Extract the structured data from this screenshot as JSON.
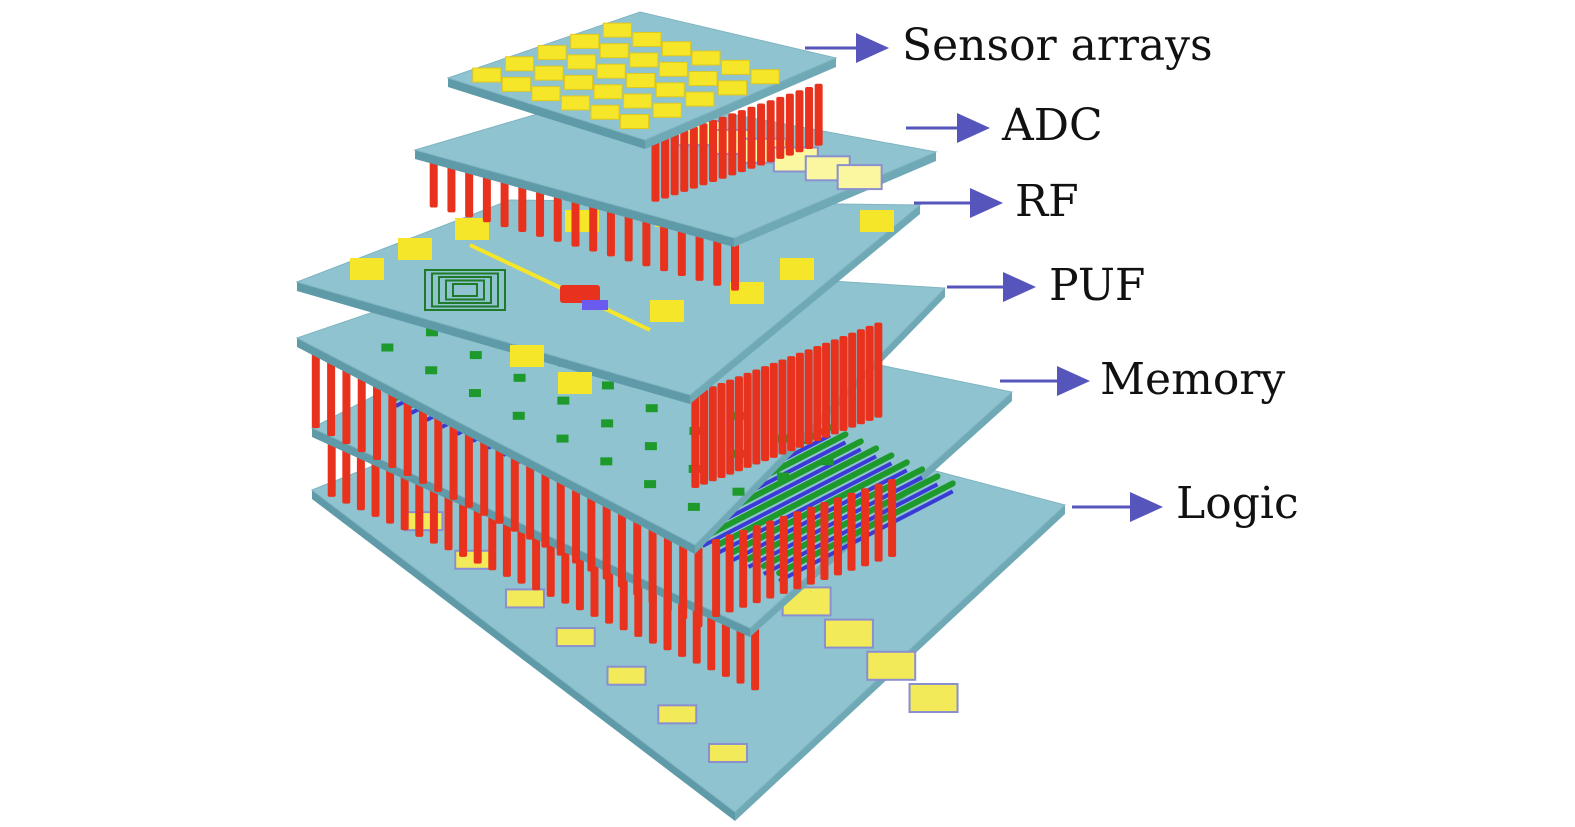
{
  "layers": [
    {
      "id": "sensor",
      "label": "Sensor arrays"
    },
    {
      "id": "adc",
      "label": "ADC"
    },
    {
      "id": "rf",
      "label": "RF"
    },
    {
      "id": "puf",
      "label": "PUF"
    },
    {
      "id": "memory",
      "label": "Memory"
    },
    {
      "id": "logic",
      "label": "Logic"
    }
  ],
  "colors": {
    "plate": "#8fc3cf",
    "plate_edge": "#5e9aa8",
    "via": "#e8321e",
    "pad": "#f6e62a",
    "arrow": "#5555bb",
    "memory_green": "#1d9a2b",
    "memory_blue": "#3a3ad6",
    "coil": "#1f7a2a"
  }
}
